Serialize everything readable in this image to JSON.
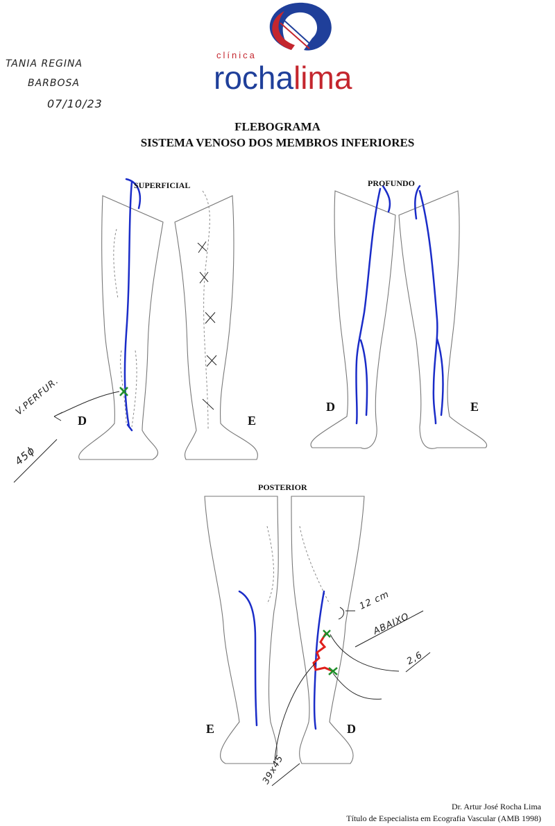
{
  "logo": {
    "small": "clínica",
    "part1": "rocha",
    "part2": "lima"
  },
  "title": {
    "line1": "FLEBOGRAMA",
    "line2": "SISTEMA VENOSO DOS MEMBROS INFERIORES"
  },
  "patient_note": {
    "line1": "TANIA REGINA",
    "line2": "BARBOSA",
    "date": "07/10/23"
  },
  "views": {
    "superficial": {
      "label": "SUPERFICIAL",
      "right_side": "D",
      "left_side": "E"
    },
    "profundo": {
      "label": "PROFUNDO",
      "right_side": "D",
      "left_side": "E"
    },
    "posterior": {
      "label": "POSTERIOR",
      "left_side": "E",
      "right_side": "D"
    }
  },
  "annotations": {
    "perforator": "V.PERFUR.",
    "perforator_size": "45ɸ",
    "distance": "12 cm",
    "distance2": "ABAIXO",
    "size1": "2,6",
    "size2": "39x45"
  },
  "colors": {
    "vein": "#1a2cc8",
    "varicose": "#e0201c",
    "marker": "#1f8f2a",
    "logo_blue": "#1f3f9a",
    "logo_red": "#c4262e"
  },
  "footer": {
    "doctor": "Dr. Artur José Rocha Lima",
    "credential": "Título de Especialista em Ecografia Vascular (AMB 1998)"
  }
}
